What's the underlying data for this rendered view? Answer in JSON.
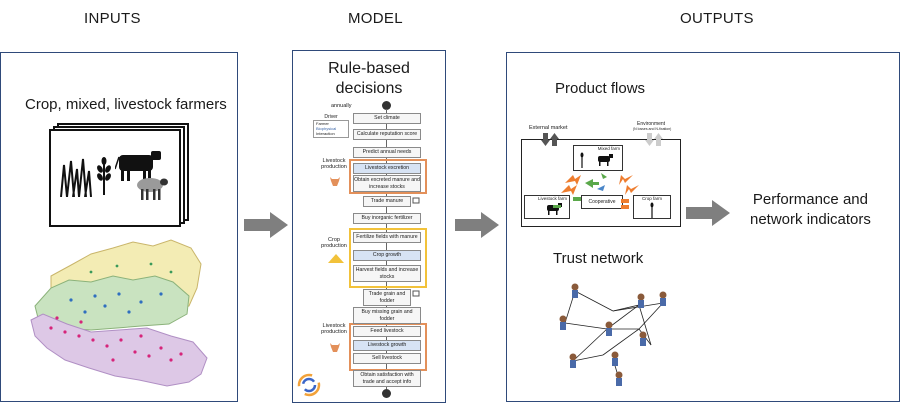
{
  "headers": {
    "inputs": "INPUTS",
    "model": "MODEL",
    "outputs": "OUTPUTS"
  },
  "inputs": {
    "title": "Crop, mixed, livestock farmers"
  },
  "model": {
    "title_line1": "Rule-based",
    "title_line2": "decisions",
    "annually": "annually",
    "legend": {
      "title": "Driver",
      "item1": "Farmer",
      "item2": "Biophysical",
      "item3": "Interaction"
    },
    "groups": {
      "livestock1": [
        "Livestock",
        "production"
      ],
      "crop": [
        "Crop",
        "production"
      ],
      "livestock2": [
        "Livestock",
        "production"
      ]
    },
    "steps": [
      {
        "label": "Set climate"
      },
      {
        "label": "Calculate reputation score"
      },
      {
        "label": "Predict annual needs"
      },
      {
        "label": "Livestock excretion"
      },
      {
        "label": "Obtain excreted manure and increase stocks"
      },
      {
        "label": "Trade manure"
      },
      {
        "label": "Buy inorganic fertilizer"
      },
      {
        "label": "Fertilize fields with manure"
      },
      {
        "label": "Crop growth"
      },
      {
        "label": "Harvest fields and increase stocks"
      },
      {
        "label": "Trade grain and fodder"
      },
      {
        "label": "Buy missing grain and fodder"
      },
      {
        "label": "Feed livestock"
      },
      {
        "label": "Livestock growth"
      },
      {
        "label": "Sell livestock"
      },
      {
        "label": "Obtain satisfaction with trade and accept info"
      }
    ]
  },
  "outputs": {
    "product_flows": "Product flows",
    "external_market": "External market",
    "environment": "Environment",
    "environment_sub": "(N losses and N-fixation)",
    "mixed_farm": "Mixed farm",
    "livestock_farm": "Livestock farm",
    "cooperative": "Cooperative",
    "crop_farm": "Crop farm",
    "trust_network": "Trust network",
    "performance_line1": "Performance and",
    "performance_line2": "network indicators"
  },
  "colors": {
    "panel_border": "#2f4a7a",
    "arrow_gray": "#7f7f7f",
    "crop_highlight": "#f2c23a",
    "livestock_highlight": "#e3905a",
    "step_blue": "#d7e3f4",
    "green_arrow": "#5aa84a",
    "blue_arrow": "#4a86c8",
    "orange_arrow": "#ee7d2f"
  }
}
